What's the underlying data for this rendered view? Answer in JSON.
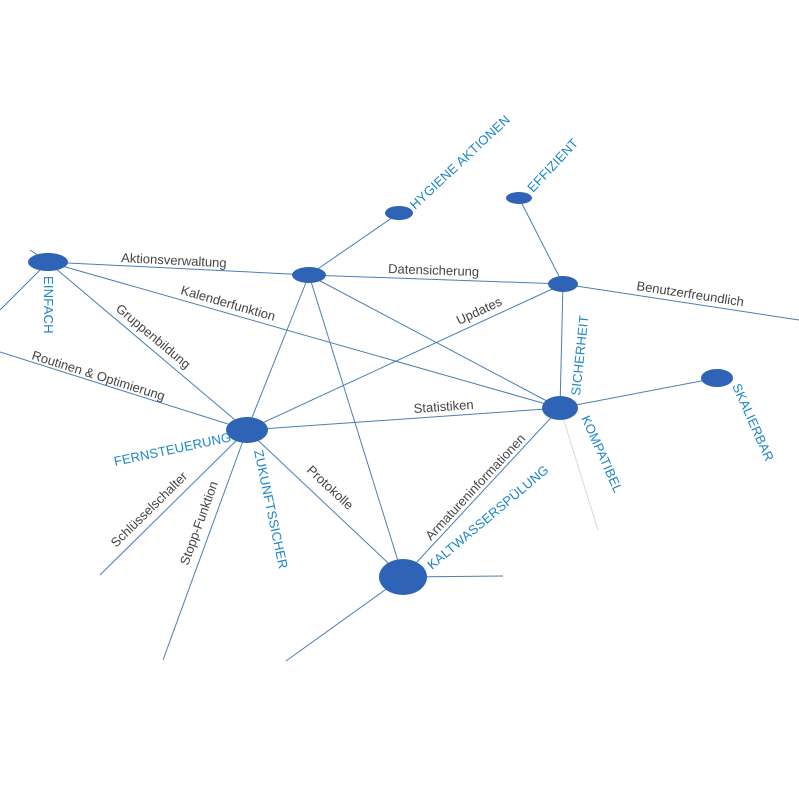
{
  "nodes": {
    "einfach": "EINFACH",
    "hygiene": "HYGIENE AKTIONEN",
    "effizient": "EFFIZIENT",
    "sicherheit": "SICHERHEIT",
    "kompatibel": "KOMPATIBEL",
    "skalierbar": "SKALIERBAR",
    "fernsteuerung": "FERNSTEUERUNG",
    "zukunftssicher": "ZUKUNFTSSICHER",
    "kaltwasser": "KALTWASSERSPÜLUNG"
  },
  "edges": {
    "aktionsverwaltung": "Aktionsverwaltung",
    "datensicherung": "Datensicherung",
    "kalenderfunktion": "Kalenderfunktion",
    "benutzerfreundlich": "Benutzerfreundlich",
    "updates": "Updates",
    "gruppenbildung": "Gruppenbildung",
    "routinen": "Routinen & Optimierung",
    "statistiken": "Statistiken",
    "armatureninformationen": "Armatureninformationen",
    "protokolle": "Protokolle",
    "schluesselschalter": "Schlüsselschalter",
    "stopp": "Stopp-Funktion"
  },
  "colors": {
    "node": "#2e63b5",
    "edge": "#4a7fb5",
    "node_label": "#1a86c8",
    "edge_label": "#444444"
  }
}
